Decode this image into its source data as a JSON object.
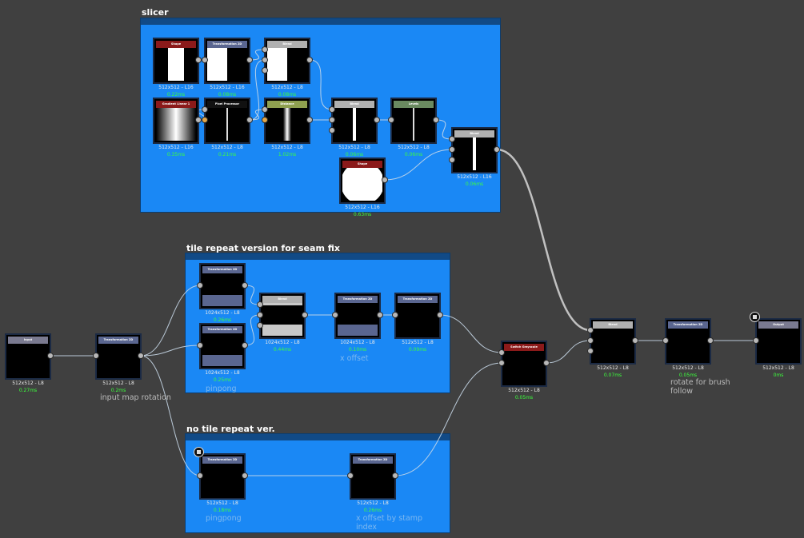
{
  "frames": [
    {
      "title": "slicer"
    },
    {
      "title": "tile repeat version for seam fix"
    },
    {
      "title": "no tile repeat ver."
    }
  ],
  "comments": [
    {
      "text": "x offset"
    },
    {
      "text": "pinpong"
    },
    {
      "text": "pingpong"
    },
    {
      "text": "x offset by stamp index"
    },
    {
      "text": "input map rotation"
    },
    {
      "text": "rotate for brush follow"
    }
  ],
  "colors": {
    "canvas": "#404040",
    "frame": "#1a88f5",
    "title_red": "#8b1a1a",
    "title_transform": "#5a6690",
    "title_blend": "#b0b0b0",
    "time_text": "#3cff3c"
  },
  "nodes": [
    {
      "title": "Shape",
      "resolution": "512x512 - L16",
      "time": "0.22ms",
      "title_color": "#8b1a1a",
      "preview": "bar"
    },
    {
      "title": "Transformation 2D",
      "resolution": "512x512 - L16",
      "time": "0.08ms",
      "title_color": "#5a6690",
      "preview": "half"
    },
    {
      "title": "Blend",
      "resolution": "512x512 - L8",
      "time": "0.08ms",
      "title_color": "#b0b0b0",
      "preview": "half"
    },
    {
      "title": "Gradient Linear 1",
      "resolution": "512x512 - L16",
      "time": "0.35ms",
      "title_color": "#8b1a1a",
      "preview": "gradient"
    },
    {
      "title": "Pixel Processor",
      "resolution": "512x512 - L8",
      "time": "0.21ms",
      "title_color": "#111111",
      "preview": "line"
    },
    {
      "title": "Distance",
      "resolution": "512x512 - L8",
      "time": "1.02ms",
      "title_color": "#8fa050",
      "preview": "glowline"
    },
    {
      "title": "Blend",
      "resolution": "512x512 - L8",
      "time": "0.06ms",
      "title_color": "#b0b0b0",
      "preview": "thickline"
    },
    {
      "title": "Levels",
      "resolution": "512x512 - L8",
      "time": "0.06ms",
      "title_color": "#6a8a60",
      "preview": "line"
    },
    {
      "title": "Shape",
      "resolution": "512x512 - L16",
      "time": "0.63ms",
      "title_color": "#8b1a1a",
      "preview": "circle"
    },
    {
      "title": "Blend",
      "resolution": "512x512 - L16",
      "time": "0.06ms",
      "title_color": "#b0b0b0",
      "preview": "thickline"
    },
    {
      "title": "Transformation 2D",
      "resolution": "1024x512 - L8",
      "time": "0.26ms",
      "title_color": "#5a6690",
      "preview": "purpleband"
    },
    {
      "title": "Transformation 2D",
      "resolution": "1024x512 - L8",
      "time": "0.25ms",
      "title_color": "#5a6690",
      "preview": "purpleband"
    },
    {
      "title": "Blend",
      "resolution": "1024x512 - L8",
      "time": "0.44ms",
      "title_color": "#b0b0b0",
      "preview": "greyband"
    },
    {
      "title": "Transformation 2D",
      "resolution": "1024x512 - L8",
      "time": "0.10ms",
      "title_color": "#5a6690",
      "preview": "purpleband"
    },
    {
      "title": "Transformation 2D",
      "resolution": "512x512 - L8",
      "time": "0.09ms",
      "title_color": "#5a6690",
      "preview": "black"
    },
    {
      "title": "Transformation 2D",
      "resolution": "512x512 - L8",
      "time": "0.18ms",
      "title_color": "#5a6690",
      "preview": "black",
      "icon": "checker-icon"
    },
    {
      "title": "Transformation 2D",
      "resolution": "512x512 - L8",
      "time": "0.26ms",
      "title_color": "#5a6690",
      "preview": "black"
    },
    {
      "title": "Input",
      "resolution": "512x512 - L8",
      "time": "0.27ms",
      "title_color": "#7a7a90",
      "preview": "black"
    },
    {
      "title": "Transformation 2D",
      "resolution": "512x512 - L8",
      "time": "0.2ms",
      "title_color": "#5a6690",
      "preview": "black"
    },
    {
      "title": "Switch Grayscale",
      "resolution": "512x512 - L8",
      "time": "0.05ms",
      "title_color": "#8b1a1a",
      "preview": "black"
    },
    {
      "title": "Blend",
      "resolution": "512x512 - L8",
      "time": "0.07ms",
      "title_color": "#b0b0b0",
      "preview": "black"
    },
    {
      "title": "Transformation 2D",
      "resolution": "512x512 - L8",
      "time": "0.05ms",
      "title_color": "#5a6690",
      "preview": "black"
    },
    {
      "title": "Output",
      "resolution": "512x512 - L8",
      "time": "0ms",
      "title_color": "#7a7a90",
      "preview": "black",
      "icon": "output-cube-icon"
    }
  ]
}
